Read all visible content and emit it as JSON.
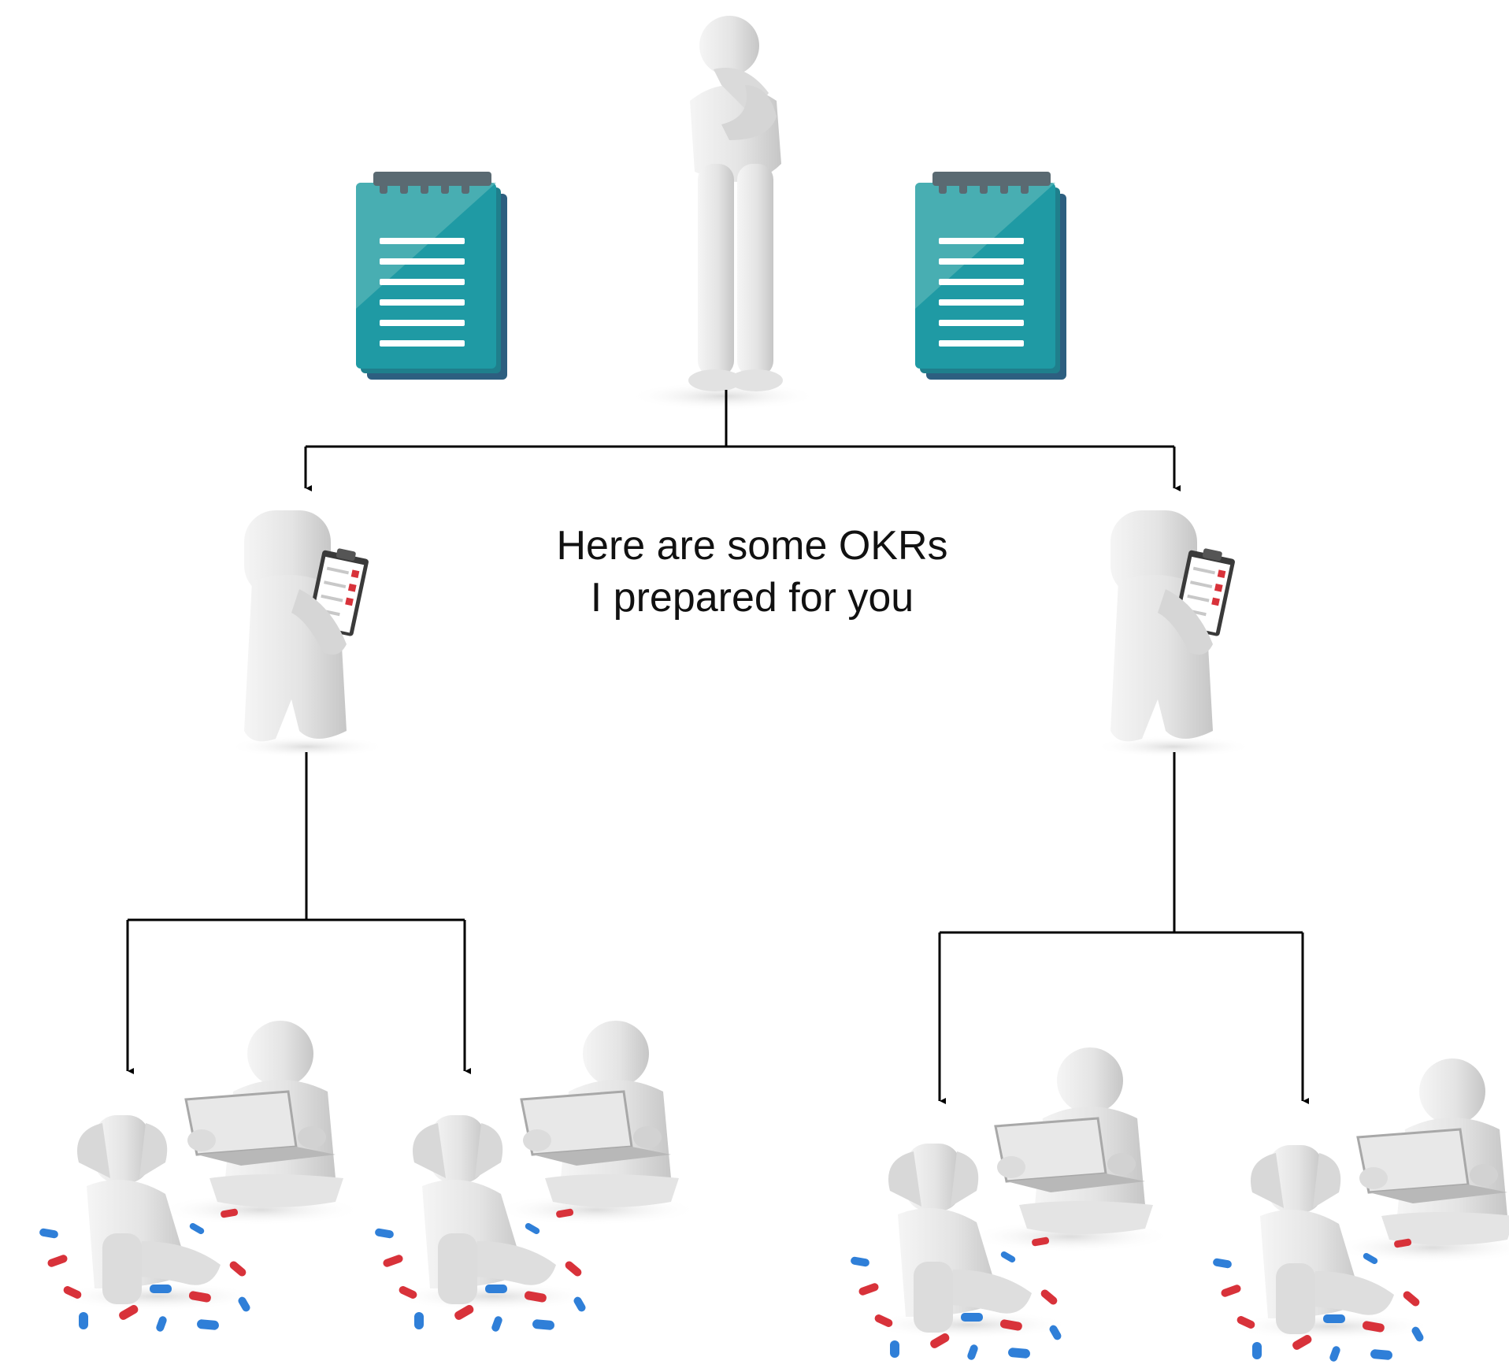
{
  "caption": {
    "line1": "Here are some OKRs",
    "line2": "I prepared for you"
  },
  "figures": {
    "top": "thinking-person",
    "middle": "person-with-checklist",
    "bottom_pair": [
      "stressed-person-with-pills",
      "person-with-laptop"
    ]
  },
  "icons": {
    "notepad": "notepad-icon"
  },
  "colors": {
    "figure_fill": "#e6e6e6",
    "figure_shade": "#c8c8c8",
    "notepad_front": "#1f9aa4",
    "notepad_light": "#5ab6b8",
    "notepad_dark": "#2d5f80",
    "notepad_rings": "#5a6a72",
    "connector": "#000000",
    "pill_red": "#d8323a",
    "pill_blue": "#2f7fd8"
  }
}
